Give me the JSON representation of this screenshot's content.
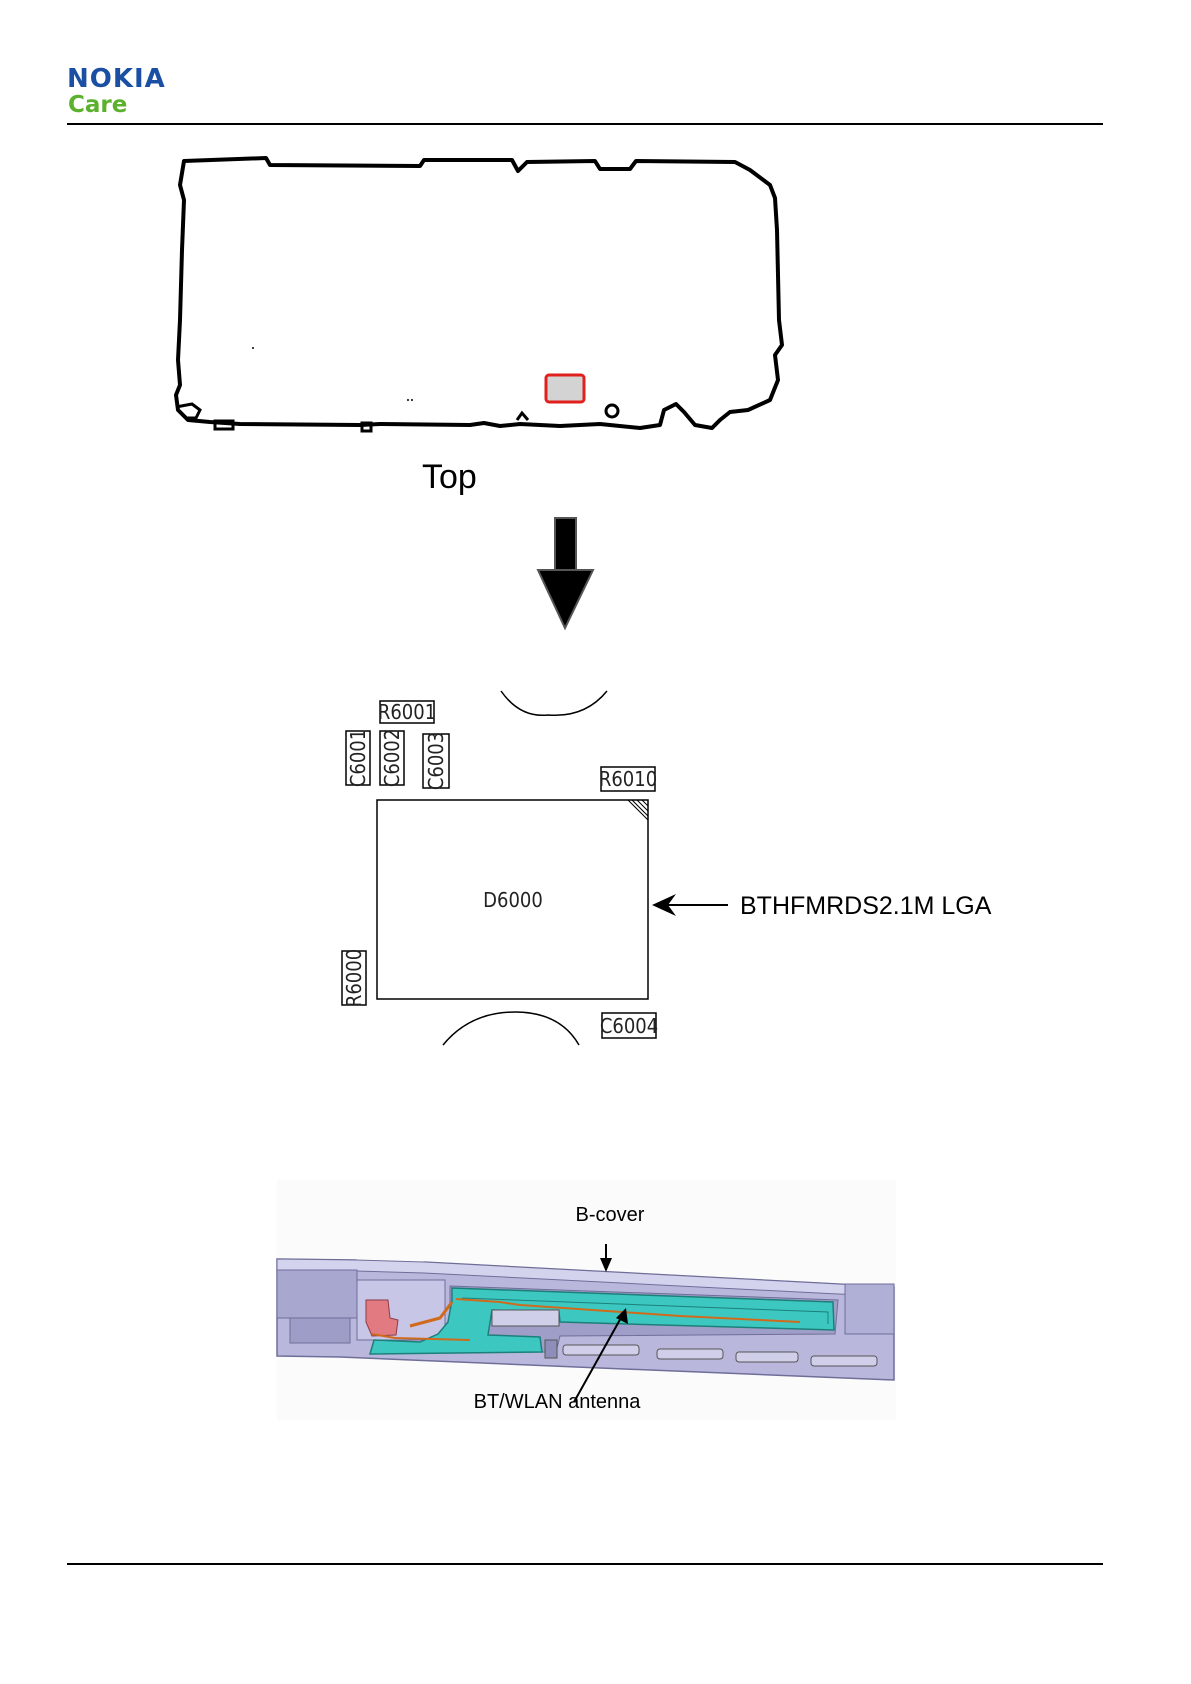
{
  "header": {
    "logo_brand": "NOKIA",
    "logo_sub": "Care"
  },
  "top_view": {
    "label": "Top"
  },
  "component_view": {
    "parts": {
      "r6001": "R6001",
      "c6001": "C6001",
      "c6002": "C6002",
      "c6003": "C6003",
      "r6010": "R6010",
      "d6000": "D6000",
      "r6000": "R6000",
      "c6004": "C6004"
    },
    "callout": "BTHFMRDS2.1M LGA"
  },
  "antenna_view": {
    "bcover_label": "B-cover",
    "antenna_label": "BT/WLAN antenna"
  },
  "colors": {
    "brand_blue": "#1a4fa3",
    "brand_green": "#5bb02c",
    "highlight_red": "#e0201c",
    "antenna_cyan": "#3cc8c0",
    "cover_lavender": "#b9b8dc"
  }
}
